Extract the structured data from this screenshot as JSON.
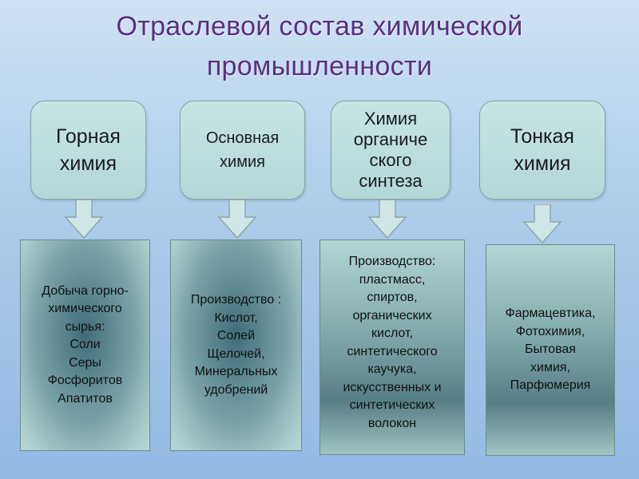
{
  "title": {
    "line1": "Отраслевой состав химической",
    "line2": "промышленности"
  },
  "branches": [
    {
      "heading": [
        "Горная",
        "химия"
      ],
      "details": [
        "Добыча горно-",
        "химического",
        "сырья:",
        "Соли",
        "Серы",
        "Фосфоритов",
        "Апатитов"
      ]
    },
    {
      "heading": [
        "Основная",
        "химия"
      ],
      "details": [
        "Производство :",
        "Кислот,",
        "Солей",
        "Щелочей,",
        "Минеральных",
        "удобрений"
      ]
    },
    {
      "heading": [
        "Химия",
        "органиче",
        "ского",
        "синтеза"
      ],
      "details": [
        "Производство:",
        "пластмасс,",
        "спиртов,",
        "органических",
        "кислот,",
        "синтетического",
        "каучука,",
        "искусственных и",
        "синтетических",
        "волокон"
      ]
    },
    {
      "heading": [
        "Тонкая",
        "химия"
      ],
      "details": [
        "Фармацевтика,",
        "Фотохимия,",
        "Бытовая",
        "химия,",
        "Парфюмерия"
      ]
    }
  ],
  "colors": {
    "title": "#5a3080",
    "heading_box": "#b3d7d8",
    "arrow_fill": "#cfe5e6",
    "arrow_stroke": "#8fa6a8"
  }
}
